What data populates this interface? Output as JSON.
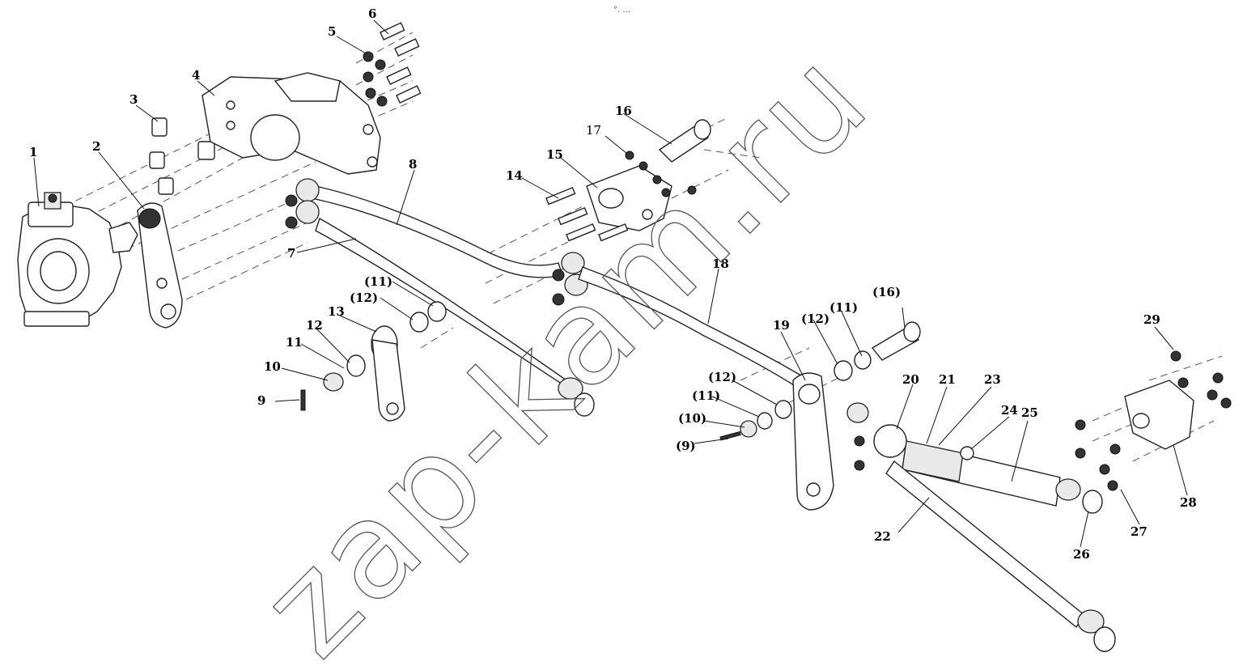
{
  "top_mark": "°. ...",
  "watermark": "zap-kam.ru",
  "callouts": {
    "c1": "1",
    "c2": "2",
    "c3": "3",
    "c4": "4",
    "c5": "5",
    "c6": "6",
    "c7": "7",
    "c8": "8",
    "c9": "9",
    "c10": "10",
    "c11": "11",
    "c12": "12",
    "c13": "13",
    "c14": "14",
    "c15": "15",
    "c16": "16",
    "c17": "17",
    "c18": "18",
    "c19": "19",
    "c20": "20",
    "c21": "21",
    "c22": "22",
    "c23": "23",
    "c24": "24",
    "c25": "25",
    "c26": "26",
    "c27": "27",
    "c28": "28",
    "c29": "29",
    "p9": "(9)",
    "p10": "(10)",
    "p11a": "(11)",
    "p11b": "(11)",
    "p11c": "(11)",
    "p12a": "(12)",
    "p12b": "(12)",
    "p12c": "(12)",
    "p16": "(16)"
  }
}
